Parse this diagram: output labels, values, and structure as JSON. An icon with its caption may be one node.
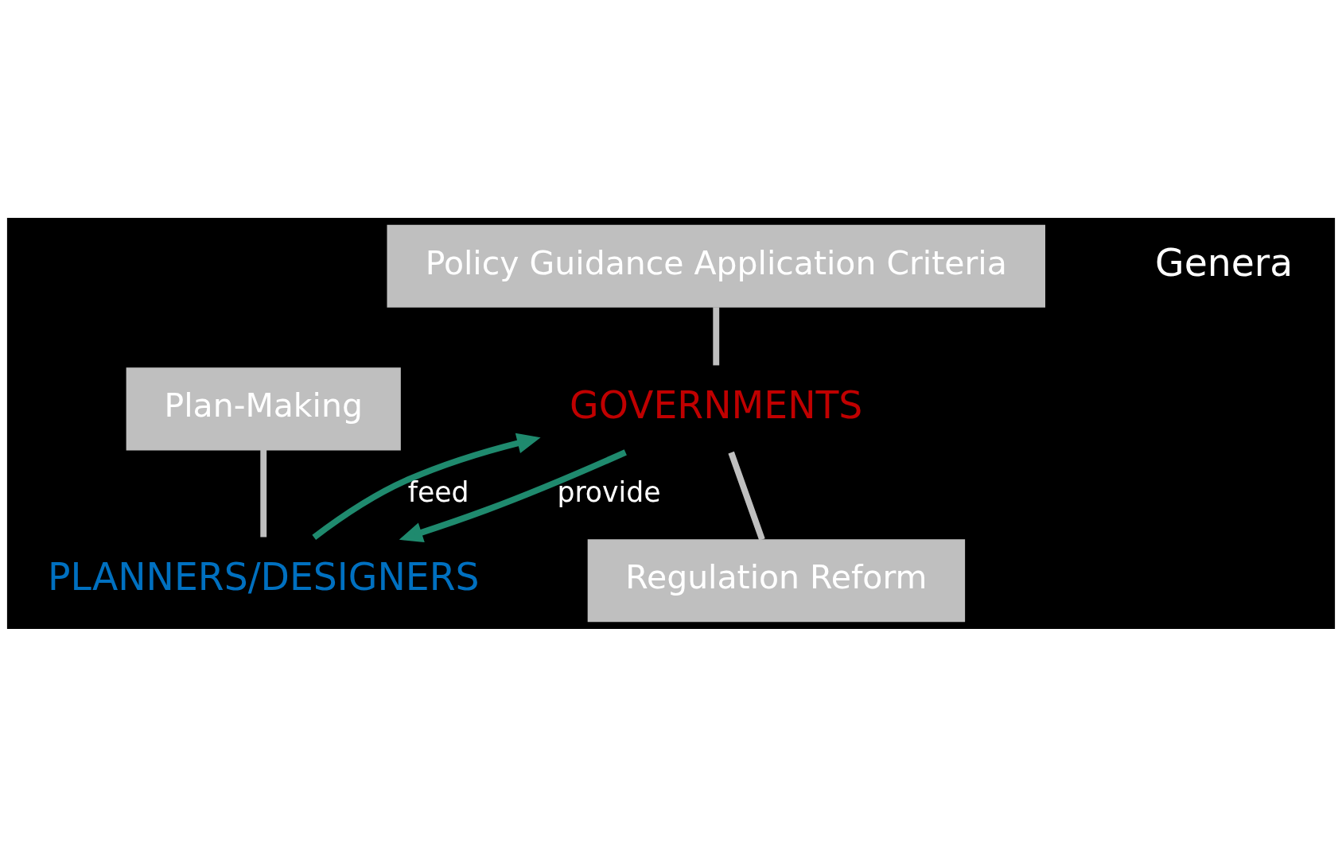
{
  "diagram": {
    "nodes": [
      {
        "text": [
          "Policy Guidance Application Criteria"
        ]
      },
      {
        "text": [
          "GOVERNMENTS"
        ]
      },
      {
        "text": [
          "PLANNERS/DESIGNERS"
        ]
      },
      {
        "text": [
          "Regulation Reform"
        ]
      },
      {
        "text": [
          "Plan-Making"
        ]
      }
    ],
    "edges": [
      {
        "from": 0,
        "to": 1,
        "arrow": "none"
      },
      {
        "from": 1,
        "to": 2,
        "arrow": "to",
        "label": "provide",
        "color": "#1f8a6e"
      },
      {
        "from": 2,
        "to": 1,
        "arrow": "to",
        "label": "feed",
        "color": "#1f8a6e"
      },
      {
        "from": 3,
        "to": 1,
        "arrow": "none"
      },
      {
        "from": 4,
        "to": 2,
        "arrow": "none"
      }
    ],
    "labels": [
      "Genera"
    ]
  }
}
